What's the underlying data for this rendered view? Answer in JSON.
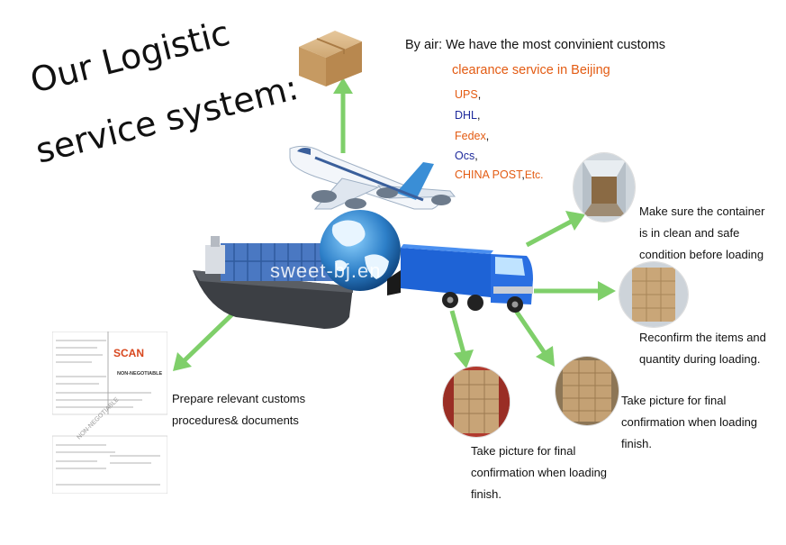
{
  "title": {
    "line1": "Our Logistic",
    "line2": "service system:"
  },
  "air": {
    "line1": "By air: We have the most convinient customs",
    "line2": "clearance service in Beijing",
    "carriers": [
      "UPS",
      "DHL",
      "Fedex",
      "Ocs",
      "CHINA POST"
    ],
    "carrier_suffix": ",",
    "etc": "Etc."
  },
  "steps": {
    "container_check": [
      "Make sure the container",
      "is in clean and safe",
      "condition before loading"
    ],
    "reconfirm": [
      "Reconfirm the items and",
      "quantity during loading."
    ],
    "photo_right": [
      "Take picture for final",
      "confirmation when loading",
      "finish."
    ],
    "photo_bottom": [
      "Take picture for final",
      "confirmation when loading",
      "finish."
    ],
    "documents": [
      "Prepare relevant customs",
      "procedures& documents"
    ]
  },
  "watermark": "sweet-bj.en",
  "document_image": {
    "brand": "SCAN",
    "stamp": "NON-NEGOTIABLE"
  },
  "colors": {
    "arrow": "#7fcf6a",
    "accent_orange": "#e35b12",
    "accent_blue": "#1e2a9c"
  }
}
